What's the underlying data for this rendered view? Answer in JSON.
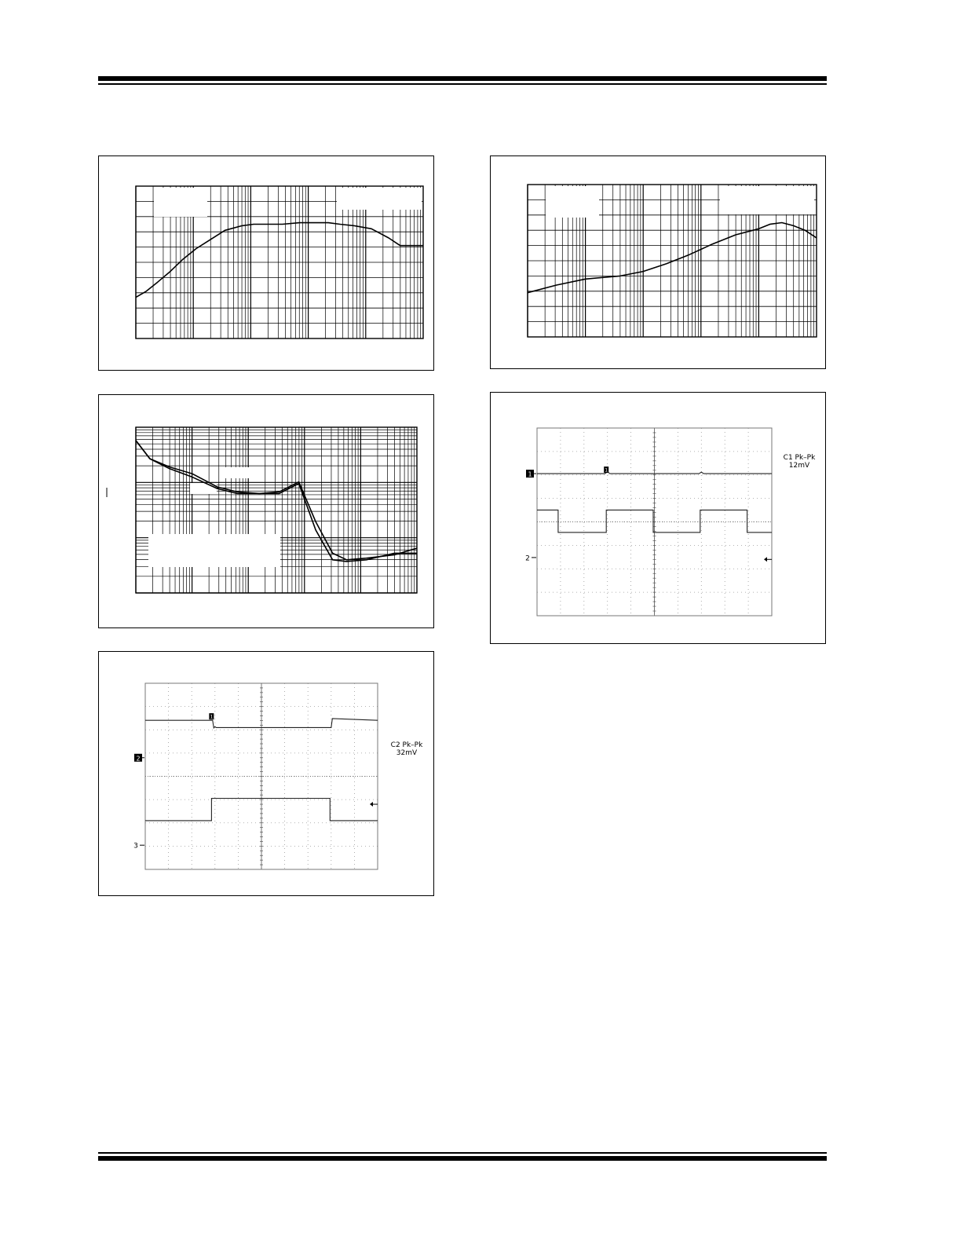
{
  "page": {
    "header_rule": "double-black-rule",
    "footer_rule": "double-black-rule"
  },
  "chart_data": [
    {
      "type": "line",
      "panel": "top-left",
      "x_scale": "log",
      "decades": 5,
      "series": [
        {
          "values": [
            [
              0,
              0.73
            ],
            [
              0.18,
              0.69
            ],
            [
              0.38,
              0.63
            ],
            [
              0.6,
              0.56
            ],
            [
              0.82,
              0.48
            ],
            [
              1.05,
              0.41
            ],
            [
              1.3,
              0.35
            ],
            [
              1.55,
              0.29
            ],
            [
              1.85,
              0.26
            ],
            [
              2.05,
              0.25
            ],
            [
              2.3,
              0.25
            ],
            [
              2.55,
              0.25
            ],
            [
              2.85,
              0.24
            ],
            [
              3.1,
              0.24
            ],
            [
              3.35,
              0.24
            ],
            [
              3.55,
              0.25
            ],
            [
              3.8,
              0.26
            ],
            [
              4.1,
              0.28
            ],
            [
              4.4,
              0.34
            ],
            [
              4.6,
              0.39
            ],
            [
              5,
              0.39
            ]
          ]
        }
      ],
      "grid": true
    },
    {
      "type": "line",
      "panel": "top-right",
      "x_scale": "log",
      "decades": 5,
      "series": [
        {
          "values": [
            [
              0,
              0.71
            ],
            [
              0.5,
              0.66
            ],
            [
              1,
              0.62
            ],
            [
              1.3,
              0.61
            ],
            [
              1.6,
              0.6
            ],
            [
              2,
              0.57
            ],
            [
              2.4,
              0.52
            ],
            [
              2.8,
              0.46
            ],
            [
              3.2,
              0.39
            ],
            [
              3.6,
              0.33
            ],
            [
              4,
              0.29
            ],
            [
              4.2,
              0.26
            ],
            [
              4.4,
              0.25
            ],
            [
              4.6,
              0.27
            ],
            [
              4.8,
              0.3
            ],
            [
              5,
              0.35
            ]
          ]
        }
      ],
      "grid": true
    },
    {
      "type": "line",
      "panel": "middle-left",
      "x_scale": "log",
      "y_scale": "log",
      "decades": 5,
      "series": [
        {
          "values": [
            [
              0,
              0.08
            ],
            [
              0.25,
              0.19
            ],
            [
              0.6,
              0.24
            ],
            [
              1,
              0.28
            ],
            [
              1.45,
              0.36
            ],
            [
              1.8,
              0.39
            ],
            [
              2.2,
              0.4
            ],
            [
              2.55,
              0.39
            ],
            [
              2.9,
              0.33
            ],
            [
              3.2,
              0.57
            ],
            [
              3.5,
              0.76
            ],
            [
              3.75,
              0.8
            ],
            [
              4.1,
              0.79
            ],
            [
              4.6,
              0.77
            ],
            [
              5,
              0.73
            ]
          ]
        },
        {
          "values": [
            [
              0,
              0.08
            ],
            [
              0.25,
              0.19
            ],
            [
              0.6,
              0.25
            ],
            [
              1,
              0.3
            ],
            [
              1.45,
              0.37
            ],
            [
              1.8,
              0.4
            ],
            [
              2.2,
              0.4
            ],
            [
              2.55,
              0.4
            ],
            [
              2.9,
              0.34
            ],
            [
              3.2,
              0.62
            ],
            [
              3.5,
              0.8
            ],
            [
              3.75,
              0.81
            ],
            [
              4.1,
              0.8
            ],
            [
              4.6,
              0.76
            ],
            [
              5,
              0.76
            ]
          ]
        }
      ],
      "grid": true
    },
    {
      "type": "line",
      "panel": "middle-right",
      "scope": true,
      "annotation": [
        "C1 Pk–Pk",
        "12mV"
      ],
      "marker_ch1": "1",
      "marker_ch2": "2",
      "trigger_mark": "1",
      "series": [
        {
          "values": [
            [
              0,
              0.243
            ],
            [
              2.9,
              0.243
            ],
            [
              3,
              0.232
            ],
            [
              3.1,
              0.243
            ],
            [
              4.9,
              0.243
            ],
            [
              5,
              0.243
            ],
            [
              6.9,
              0.243
            ],
            [
              7,
              0.235
            ],
            [
              7.1,
              0.243
            ],
            [
              10,
              0.243
            ]
          ]
        },
        {
          "values": [
            [
              0,
              0.437
            ],
            [
              0.9,
              0.437
            ],
            [
              0.9,
              0.556
            ],
            [
              2.95,
              0.556
            ],
            [
              2.95,
              0.437
            ],
            [
              4.95,
              0.437
            ],
            [
              4.95,
              0.556
            ],
            [
              6.95,
              0.556
            ],
            [
              6.95,
              0.437
            ],
            [
              8.95,
              0.437
            ],
            [
              8.95,
              0.556
            ],
            [
              10,
              0.556
            ]
          ]
        }
      ]
    },
    {
      "type": "line",
      "panel": "bottom-left",
      "scope": true,
      "annotation": [
        "C2 Pk–Pk",
        "32mV"
      ],
      "marker_ch2": "2",
      "marker_ch3": "3",
      "trigger_mark": "1",
      "series": [
        {
          "values": [
            [
              0,
              0.199
            ],
            [
              2.9,
              0.199
            ],
            [
              2.95,
              0.24
            ],
            [
              3,
              0.233
            ],
            [
              3.05,
              0.238
            ],
            [
              8,
              0.238
            ],
            [
              8.05,
              0.19
            ],
            [
              10,
              0.199
            ]
          ]
        },
        {
          "values": [
            [
              0,
              0.738
            ],
            [
              2.85,
              0.738
            ],
            [
              2.85,
              0.618
            ],
            [
              7.95,
              0.618
            ],
            [
              7.95,
              0.738
            ],
            [
              10,
              0.738
            ]
          ]
        }
      ]
    }
  ]
}
